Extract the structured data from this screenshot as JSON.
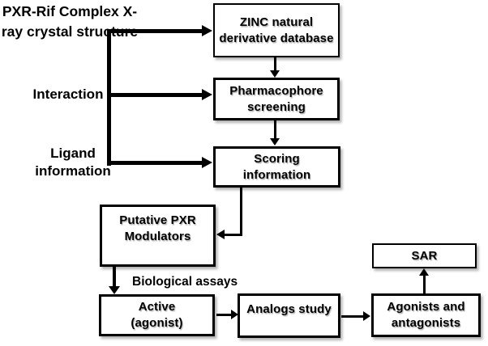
{
  "figure": {
    "type": "flowchart",
    "description": "Virtual screening workflow for identification of PXR modulators",
    "background": "#ffffff",
    "line_color": "#000000",
    "box_fill": "#ffffff"
  },
  "labels": {
    "crystal_structure": {
      "line1": "PXR-Rif Complex X-",
      "line2": "ray crystal",
      "line3": "structure"
    },
    "interaction": "Interaction",
    "ligand": {
      "line1": "Ligand",
      "line2": "information"
    },
    "biological_assays": "Biological assays"
  },
  "nodes": {
    "zinc_database": {
      "line1": "ZINC natural",
      "line2": "derivative database"
    },
    "pharmacophore": {
      "line1": "Pharmacophore",
      "line2": "screening"
    },
    "scoring": {
      "line1": "Scoring",
      "line2": "information"
    },
    "putative": {
      "line1": "Putative PXR",
      "line2": "Modulators"
    },
    "active": {
      "line1": "Active",
      "line2": "(agonist)"
    },
    "analogs": {
      "line1": "Analogs study"
    },
    "agonists": {
      "line1": "Agonists and",
      "line2": "antagonists"
    },
    "sar": {
      "line1": "SAR"
    }
  },
  "flow": [
    "PXR-Rif Complex X-ray crystal structure -> ZINC natural derivative database",
    "Interaction -> Pharmacophore screening",
    "Ligand information -> Scoring information",
    "ZINC natural derivative database -> Pharmacophore screening",
    "Pharmacophore screening -> Scoring information",
    "Scoring information -> Putative PXR Modulators",
    "Putative PXR Modulators -> Active (agonist) [Biological assays]",
    "Active (agonist) -> Analogs study",
    "Analogs study -> Agonists and antagonists",
    "Agonists and antagonists -> SAR"
  ]
}
